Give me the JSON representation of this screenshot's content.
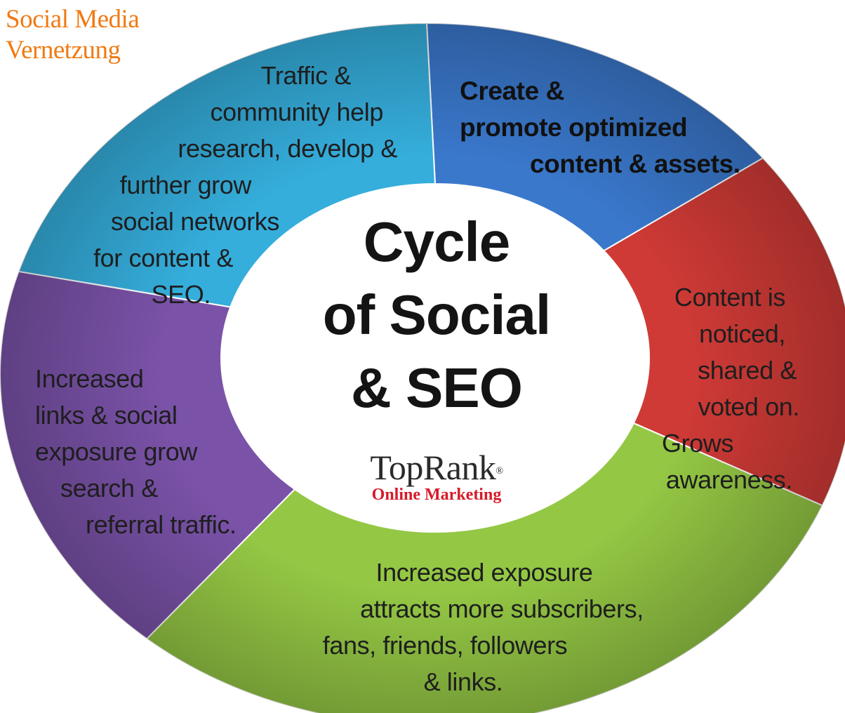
{
  "corner_title": [
    "Social Media",
    "Vernetzung"
  ],
  "center": {
    "title_lines": [
      "Cycle",
      "of Social",
      "& SEO"
    ],
    "brand_name": "TopRank",
    "brand_mark": "®",
    "brand_tagline": "Online Marketing"
  },
  "segments": [
    {
      "id": "create",
      "color": "#3a78cc",
      "bold": true,
      "lines": [
        "Create &",
        "promote optimized",
        "content & assets."
      ]
    },
    {
      "id": "noticed",
      "color": "#cf3a36",
      "bold": false,
      "lines": [
        "Content is",
        "noticed,",
        "shared &",
        "voted on.",
        "Grows",
        "awareness."
      ]
    },
    {
      "id": "exposure",
      "color": "#94c744",
      "bold": false,
      "lines": [
        "Increased exposure",
        "attracts more subscribers,",
        "fans, friends, followers",
        "& links."
      ]
    },
    {
      "id": "links",
      "color": "#7a52a8",
      "bold": false,
      "lines": [
        "Increased",
        "links & social",
        "exposure grow",
        "search &",
        "referral traffic."
      ]
    },
    {
      "id": "traffic",
      "color": "#35aedc",
      "bold": false,
      "lines": [
        "Traffic &",
        "community help",
        "research, develop &",
        "further grow",
        "social networks",
        "for content &",
        "SEO."
      ]
    }
  ]
}
